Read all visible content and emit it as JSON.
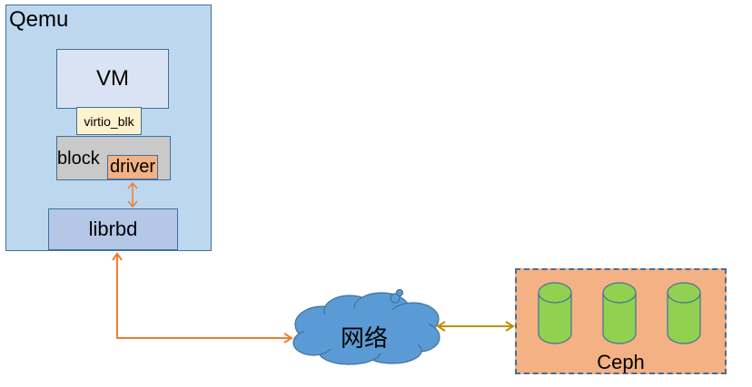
{
  "diagram": {
    "qemu": {
      "label": "Qemu"
    },
    "vm": {
      "label": "VM"
    },
    "virtio_blk": {
      "label": "virtio_blk"
    },
    "block": {
      "label": "block"
    },
    "driver": {
      "label": "driver"
    },
    "librbd": {
      "label": "librbd"
    },
    "network": {
      "label": "网络"
    },
    "ceph": {
      "label": "Ceph",
      "disk_count": 3
    },
    "colors": {
      "qemu_fill": "#bdd7ee",
      "vm_fill": "#dae3f3",
      "virtio_fill": "#fff2cc",
      "block_fill": "#c9c9c9",
      "driver_fill": "#f4b183",
      "librbd_fill": "#b4c7e7",
      "cloud_fill": "#5b9bd5",
      "ceph_fill": "#f4b183",
      "disk_fill": "#92d050",
      "arrow_orange": "#ed7d31",
      "arrow_gold": "#bf9000",
      "border": "#41719c"
    },
    "connections": [
      {
        "from": "driver",
        "to": "librbd",
        "type": "bidirectional"
      },
      {
        "from": "librbd",
        "to": "网络",
        "type": "bidirectional"
      },
      {
        "from": "网络",
        "to": "Ceph",
        "type": "bidirectional"
      }
    ]
  }
}
